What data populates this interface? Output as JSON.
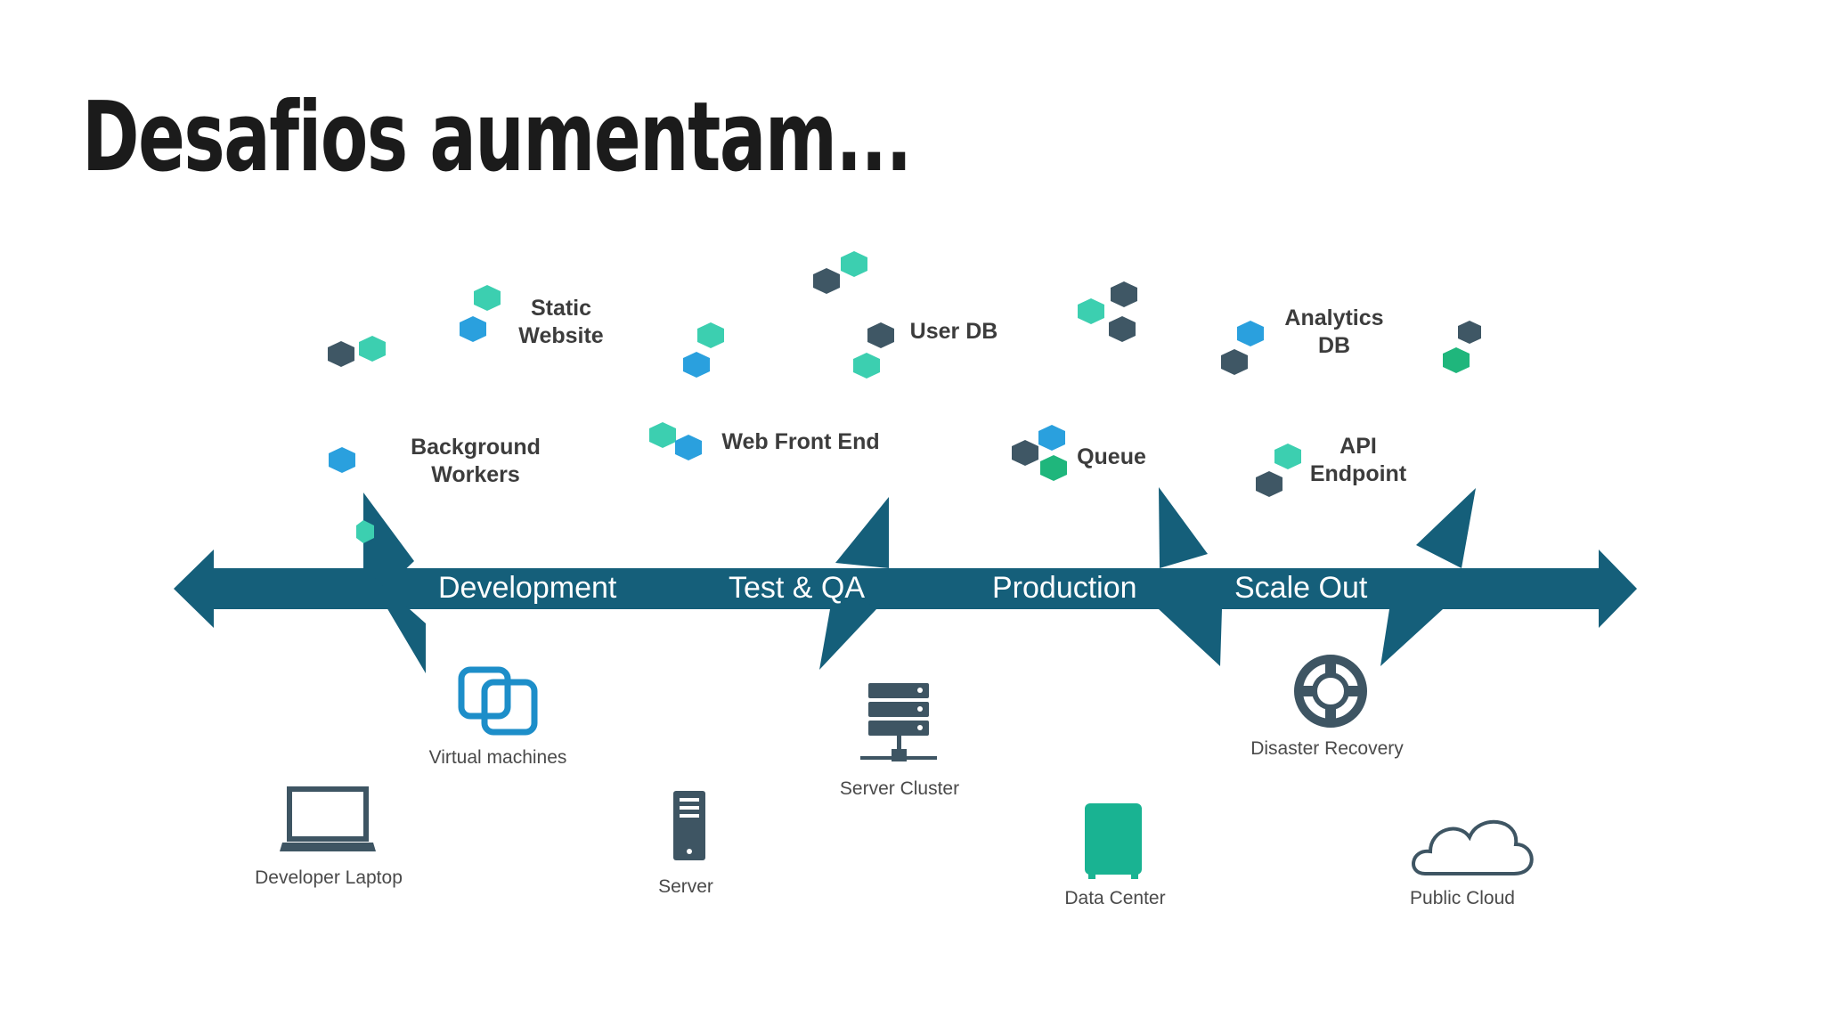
{
  "title": "Desafios aumentam...",
  "phases": [
    "Development",
    "Test & QA",
    "Production",
    "Scale Out"
  ],
  "components": {
    "static_website": "Static\nWebsite",
    "user_db": "User DB",
    "analytics_db": "Analytics\nDB",
    "background_workers": "Background\nWorkers",
    "web_front_end": "Web Front End",
    "queue": "Queue",
    "api_endpoint": "API\nEndpoint"
  },
  "infrastructure": {
    "virtual_machines": "Virtual machines",
    "developer_laptop": "Developer Laptop",
    "server": "Server",
    "server_cluster": "Server Cluster",
    "data_center": "Data Center",
    "disaster_recovery": "Disaster Recovery",
    "public_cloud": "Public Cloud"
  },
  "colors": {
    "arrow": "#155f7a",
    "hex_dark": "#3f5765",
    "hex_teal": "#3ccfb0",
    "hex_blue": "#2aa0de",
    "hex_green": "#1fb67c",
    "icon_blue": "#1d8ec9",
    "icon_dark": "#3e5563",
    "icon_teal": "#19b392"
  }
}
